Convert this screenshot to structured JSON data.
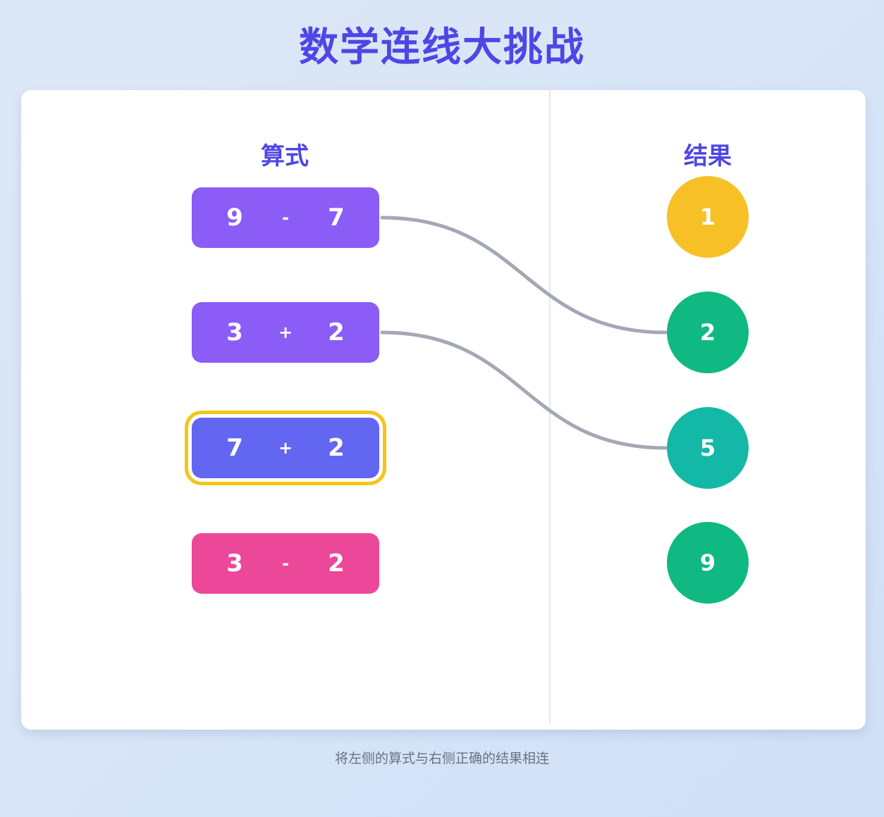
{
  "title": "数学连线大挑战",
  "headers": {
    "left": "算式",
    "right": "结果"
  },
  "expressions": [
    {
      "a": "9",
      "op": "-",
      "b": "7",
      "color": "#8b5cf6",
      "selected": false
    },
    {
      "a": "3",
      "op": "+",
      "b": "2",
      "color": "#8b5cf6",
      "selected": false
    },
    {
      "a": "7",
      "op": "+",
      "b": "2",
      "color": "#6366f1",
      "selected": true
    },
    {
      "a": "3",
      "op": "-",
      "b": "2",
      "color": "#ec4899",
      "selected": false
    }
  ],
  "results": [
    {
      "value": "1",
      "color": "#f6c026"
    },
    {
      "value": "2",
      "color": "#10b981"
    },
    {
      "value": "5",
      "color": "#14b8a6"
    },
    {
      "value": "9",
      "color": "#10b981"
    }
  ],
  "connections": [
    {
      "expression": 0,
      "result": 1
    },
    {
      "expression": 1,
      "result": 2
    }
  ],
  "instruction": "将左侧的算式与右侧正确的结果相连",
  "colors": {
    "accent": "#4f46e5",
    "line": "#a3a8b4",
    "selected_border": "#f5c518"
  }
}
